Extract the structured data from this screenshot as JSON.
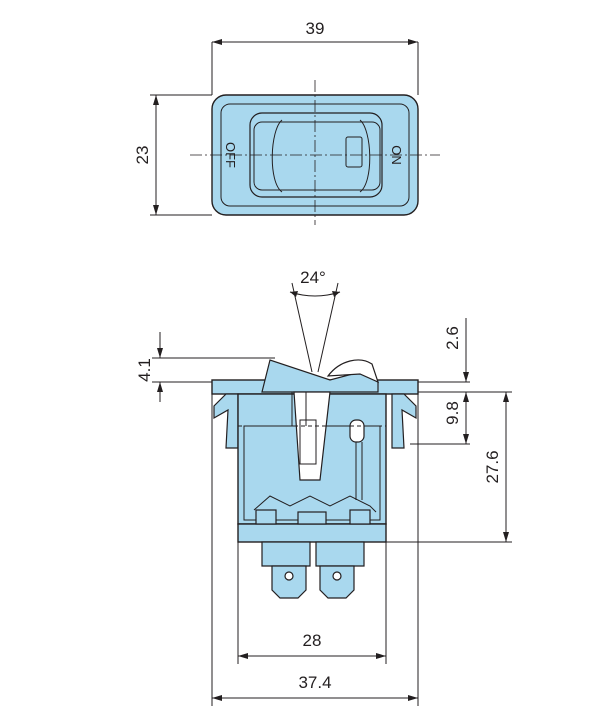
{
  "top_view": {
    "dims": {
      "width": "39",
      "height": "23"
    },
    "labels": {
      "off": "OFF",
      "on": "ON"
    }
  },
  "side_view": {
    "dims": {
      "angle": "24°",
      "rocker_height": "4.1",
      "flange_top": "2.6",
      "clip_height": "9.8",
      "body_height": "27.6",
      "body_width": "28",
      "overall_width": "37.4"
    }
  },
  "colors": {
    "body": "#a9d8ee",
    "line": "#231f20"
  }
}
